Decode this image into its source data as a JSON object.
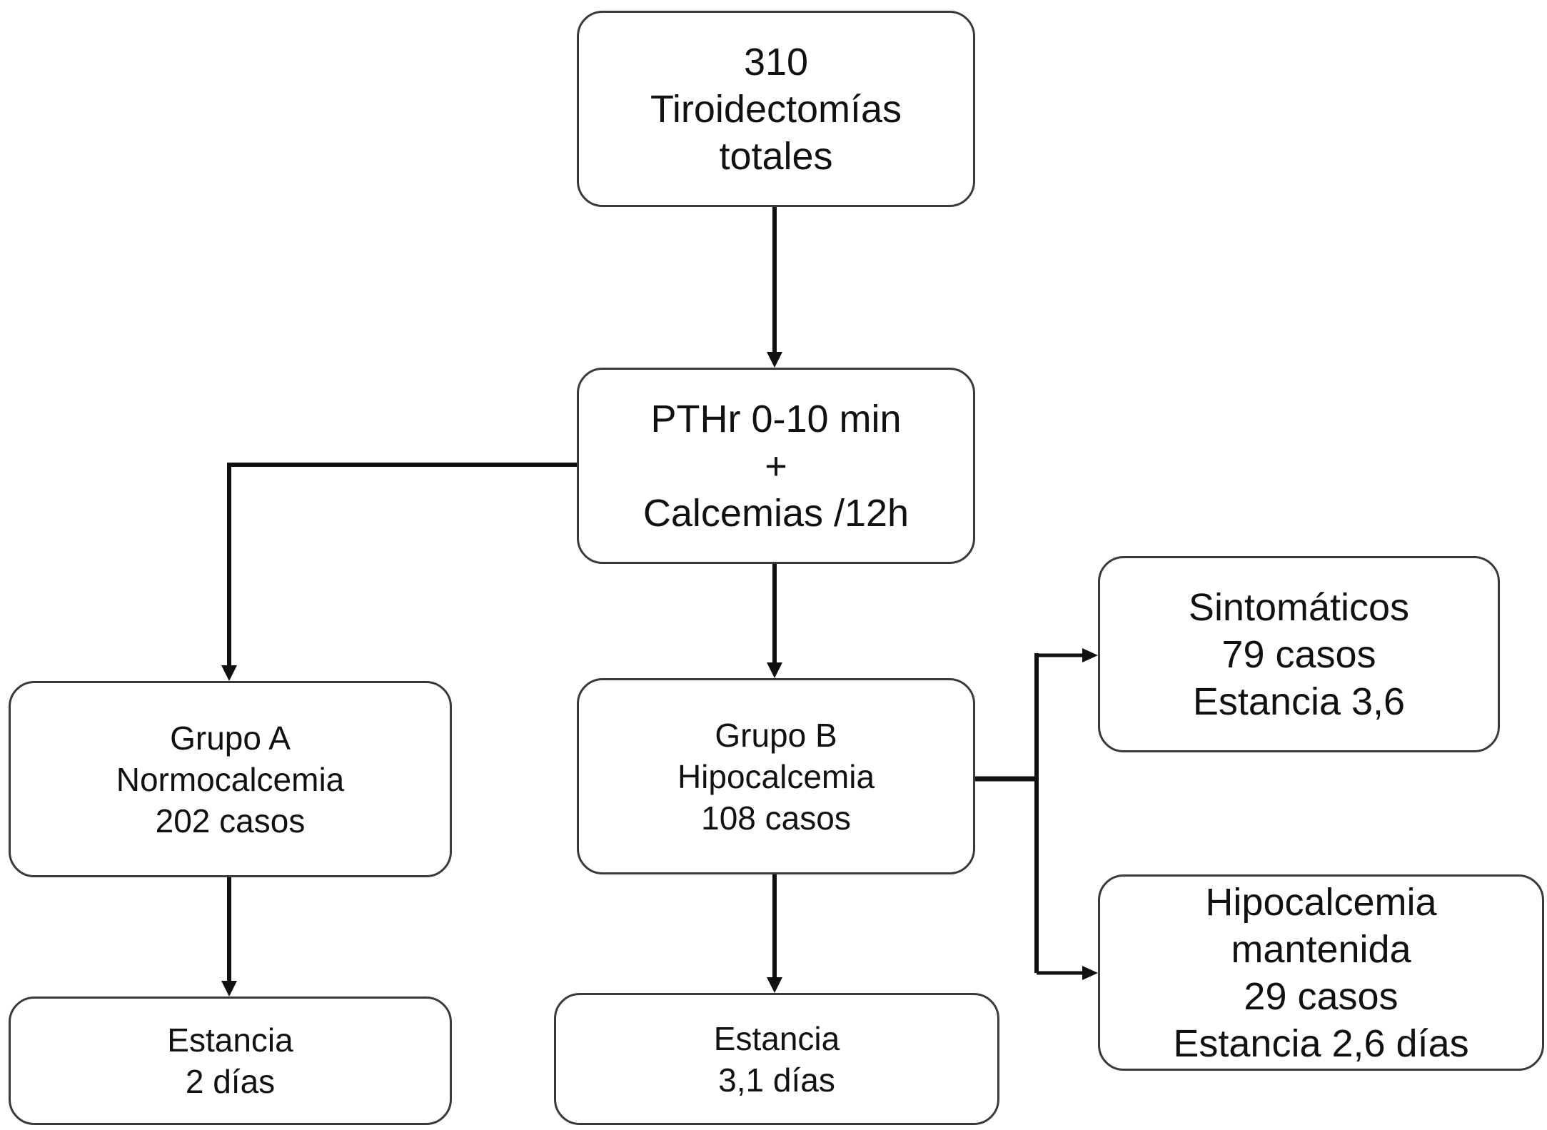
{
  "nodes": {
    "total": {
      "lines": [
        "310",
        "Tiroidectomías",
        "totales"
      ]
    },
    "pthr": {
      "lines": [
        "PTHr 0-10 min",
        "+",
        "Calcemias /12h"
      ]
    },
    "grupo_a": {
      "lines": [
        "Grupo A",
        "Normocalcemia",
        "202 casos"
      ]
    },
    "grupo_b": {
      "lines": [
        "Grupo B",
        "Hipocalcemia",
        "108 casos"
      ]
    },
    "estancia_a": {
      "lines": [
        "Estancia",
        "2 días"
      ]
    },
    "estancia_b": {
      "lines": [
        "Estancia",
        "3,1 días"
      ]
    },
    "sintomaticos": {
      "lines": [
        "Sintomáticos",
        "79 casos",
        "Estancia 3,6"
      ]
    },
    "hipocalcemia_mantenida": {
      "lines": [
        "Hipocalcemia",
        "mantenida",
        "29 casos",
        "Estancia 2,6 días"
      ]
    }
  },
  "edges": [
    {
      "from": "total",
      "to": "pthr"
    },
    {
      "from": "pthr",
      "to": "grupo_a"
    },
    {
      "from": "pthr",
      "to": "grupo_b"
    },
    {
      "from": "grupo_a",
      "to": "estancia_a"
    },
    {
      "from": "grupo_b",
      "to": "estancia_b"
    },
    {
      "from": "grupo_b",
      "to": "sintomaticos"
    },
    {
      "from": "grupo_b",
      "to": "hipocalcemia_mantenida"
    }
  ],
  "colors": {
    "border": "#3a3a3a",
    "line": "#111111",
    "text": "#111111"
  }
}
